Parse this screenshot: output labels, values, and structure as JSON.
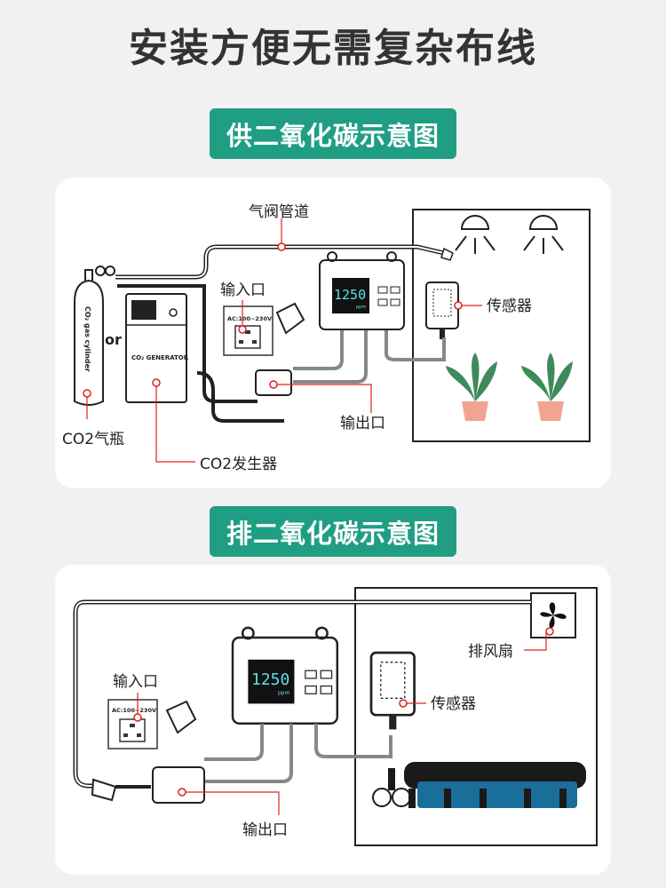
{
  "page_title": "安装方便无需复杂布线",
  "supply_section": {
    "header": "供二氧化碳示意图",
    "labels": {
      "valve_pipe": "气阀管道",
      "input_port": "输入口",
      "sensor": "传感器",
      "co2_cylinder": "CO2气瓶",
      "co2_generator": "CO2发生器",
      "output_port": "输出口"
    },
    "cylinder_text": "CO₂ gas cylinder",
    "or_text": "or",
    "generator_text": "CO₂ GENERATOR",
    "socket_text": "AC:100~230V",
    "controller_reading": "1250",
    "controller_unit": "ppm"
  },
  "exhaust_section": {
    "header": "排二氧化碳示意图",
    "labels": {
      "exhaust_fan": "排风扇",
      "sensor": "传感器",
      "input_port": "输入口",
      "output_port": "输出口"
    },
    "socket_text": "AC:100~230V",
    "controller_reading": "1250",
    "controller_unit": "ppm"
  },
  "colors": {
    "accent": "#1f9e83",
    "marker": "#e02020",
    "background": "#f1f1f1"
  }
}
